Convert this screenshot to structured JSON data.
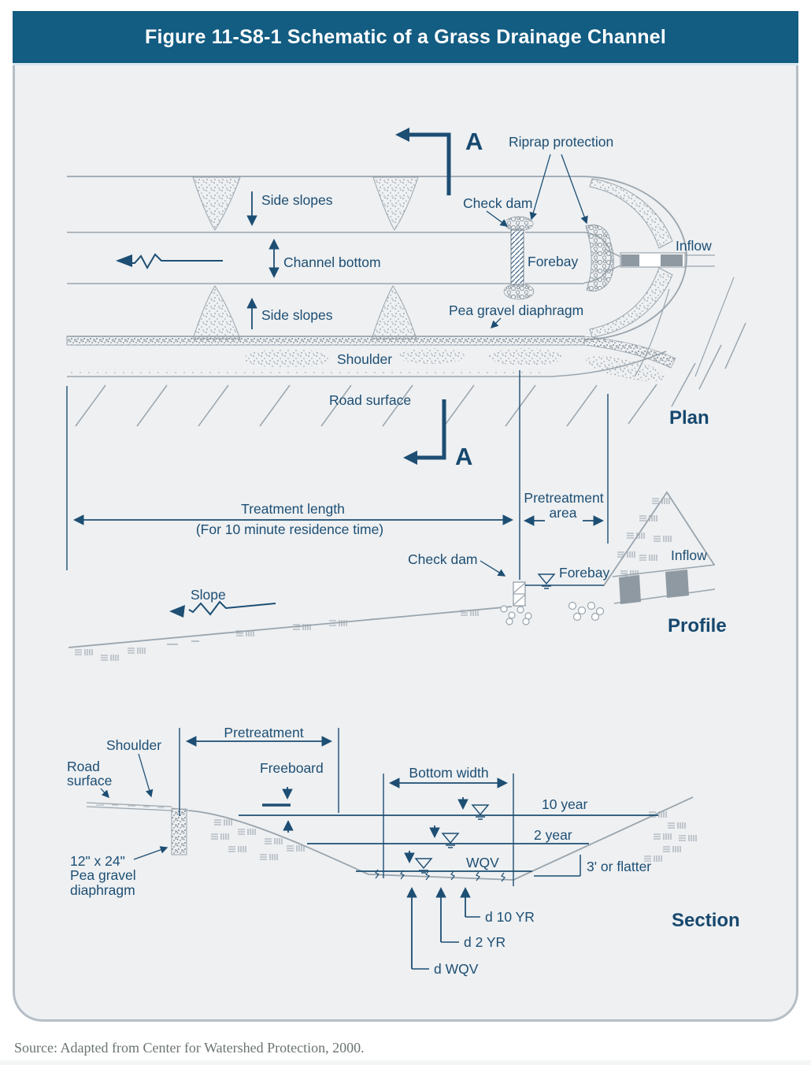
{
  "header": {
    "title": "Figure 11-S8-1 Schematic of a Grass Drainage Channel"
  },
  "plan": {
    "section_marker": "A",
    "view_title": "Plan",
    "labels": {
      "riprap": "Riprap protection",
      "check_dam": "Check dam",
      "side_slopes": "Side slopes",
      "channel_bottom": "Channel bottom",
      "forebay": "Forebay",
      "inflow": "Inflow",
      "pea_gravel": "Pea gravel diaphragm",
      "shoulder": "Shoulder",
      "road_surface": "Road surface"
    }
  },
  "dimensions": {
    "treatment_length": "Treatment length",
    "treatment_note": "(For 10 minute residence time)",
    "pretreatment": "Pretreatment",
    "pretreatment_area": "area"
  },
  "profile": {
    "view_title": "Profile",
    "labels": {
      "check_dam": "Check dam",
      "forebay": "Forebay",
      "inflow": "Inflow",
      "slope": "Slope"
    }
  },
  "section": {
    "view_title": "Section",
    "labels": {
      "shoulder": "Shoulder",
      "road": "Road",
      "surface": "surface",
      "pretreatment": "Pretreatment",
      "freeboard": "Freeboard",
      "bottom_width": "Bottom width",
      "year10": "10 year",
      "year2": "2 year",
      "wqv": "WQV",
      "slope_note": "3' or flatter",
      "pea_size": "12\" x 24\"",
      "pea_line2": "Pea gravel",
      "pea_line3": "diaphragm",
      "d10": "d 10 YR",
      "d2": "d 2 YR",
      "dwqv": "d WQV"
    }
  },
  "footer": {
    "source": "Source: Adapted from Center for Watershed Protection, 2000."
  },
  "colors": {
    "header_bg": "#135c82",
    "label_navy": "#1d4e73",
    "drawing_gray": "#9aa5ad",
    "panel_bg": "#eef0f2",
    "panel_border": "#b6bec5",
    "source_text": "#6b7470"
  }
}
